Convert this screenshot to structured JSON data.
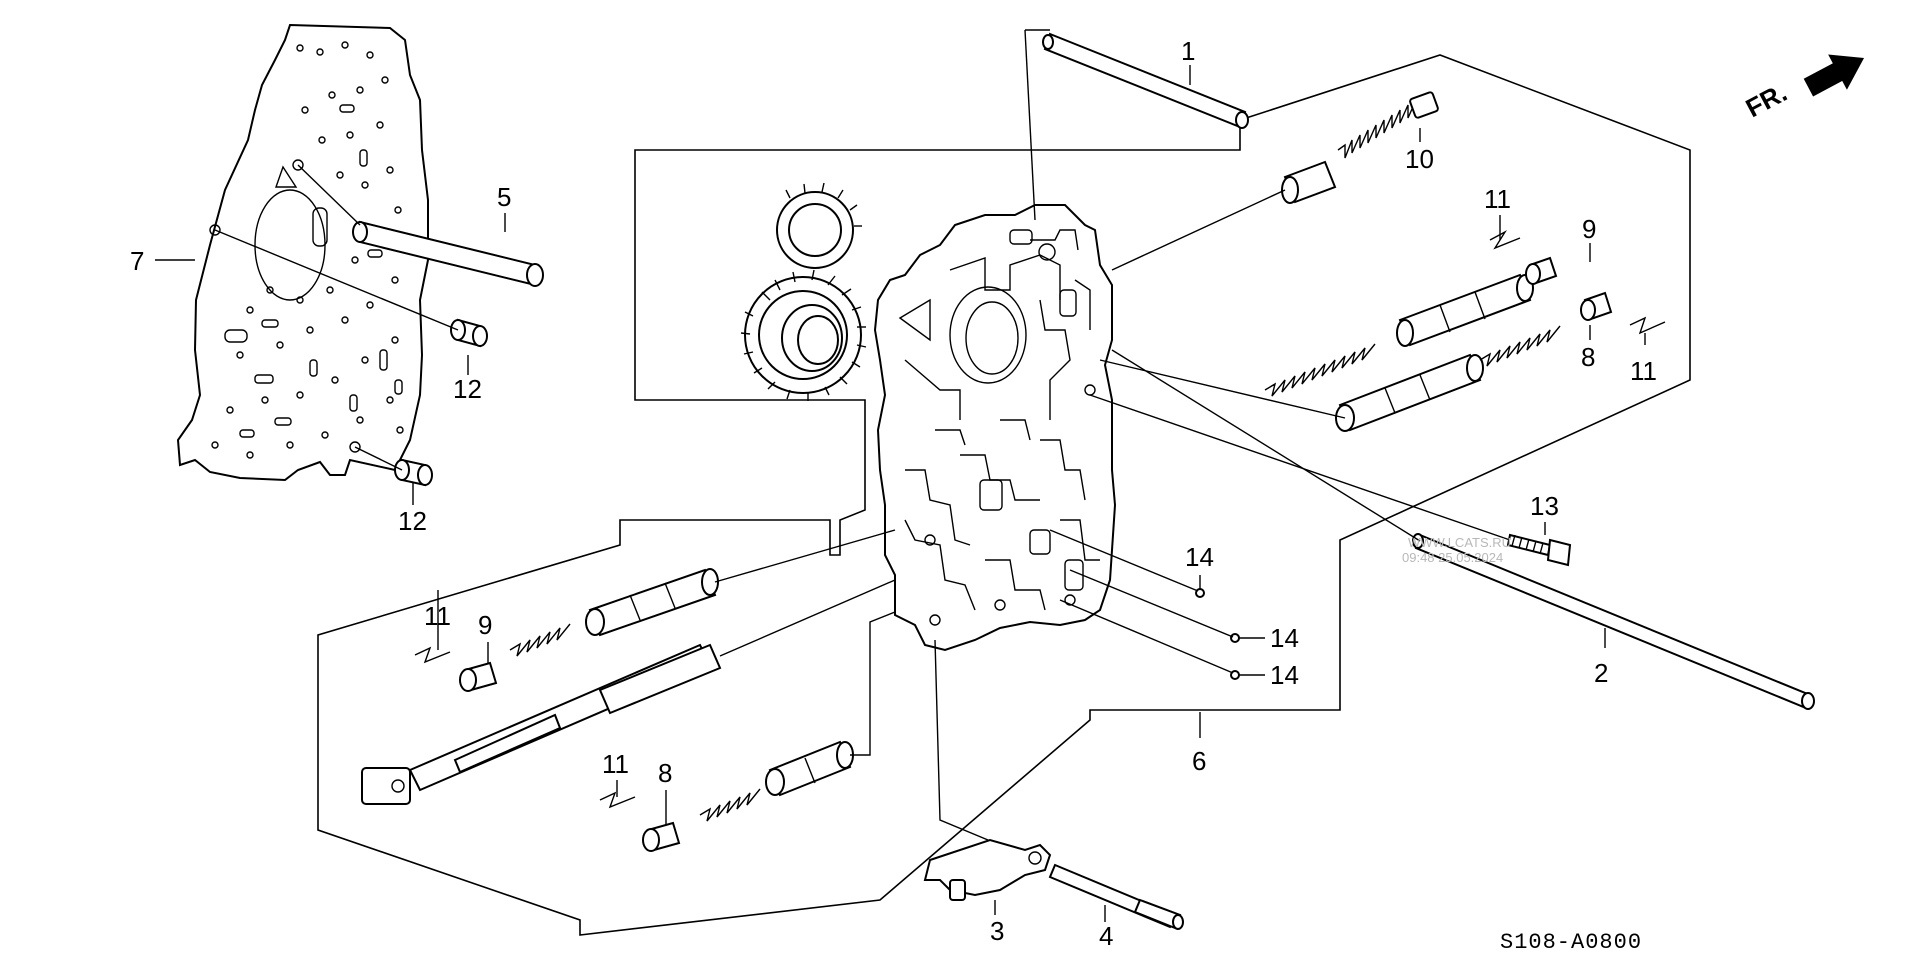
{
  "diagram": {
    "code": "S108-A0800",
    "direction_label": "FR.",
    "watermark": [
      "WWW.LCATS.RU",
      "09:48 25.05.2024"
    ],
    "callouts": [
      "1",
      "2",
      "3",
      "4",
      "5",
      "6",
      "7",
      "8",
      "8",
      "9",
      "9",
      "10",
      "11",
      "11",
      "11",
      "11",
      "12",
      "12",
      "13",
      "14",
      "14",
      "14"
    ]
  }
}
